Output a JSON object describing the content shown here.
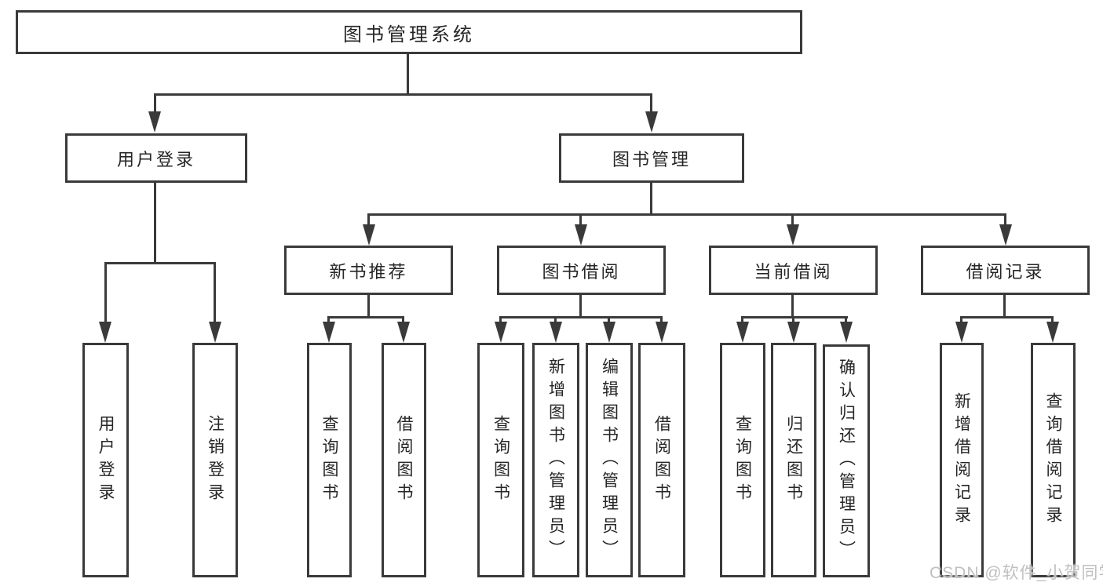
{
  "nodes": {
    "root": "图书管理系统",
    "user_login": "用户登录",
    "book_mgmt": "图书管理",
    "new_book": "新书推荐",
    "book_borrow": "图书借阅",
    "current_borrow": "当前借阅",
    "borrow_record": "借阅记录",
    "user_login_children": [
      "用户登录",
      "注销登录"
    ],
    "new_book_children": [
      "查询图书",
      "借阅图书"
    ],
    "book_borrow_children": [
      "查询图书",
      "新增图书（管理员）",
      "编辑图书（管理员）",
      "借阅图书"
    ],
    "current_borrow_children": [
      "查询图书",
      "归还图书",
      "确认归还（管理员）"
    ],
    "borrow_record_children": [
      "新增借阅记录",
      "查询借阅记录"
    ]
  },
  "watermark": "CSDN @软件_小贺同学",
  "colors": {
    "line": "#3a3a3a",
    "text": "#262626",
    "background": "#ffffff",
    "watermark": "#c0c0c0"
  }
}
